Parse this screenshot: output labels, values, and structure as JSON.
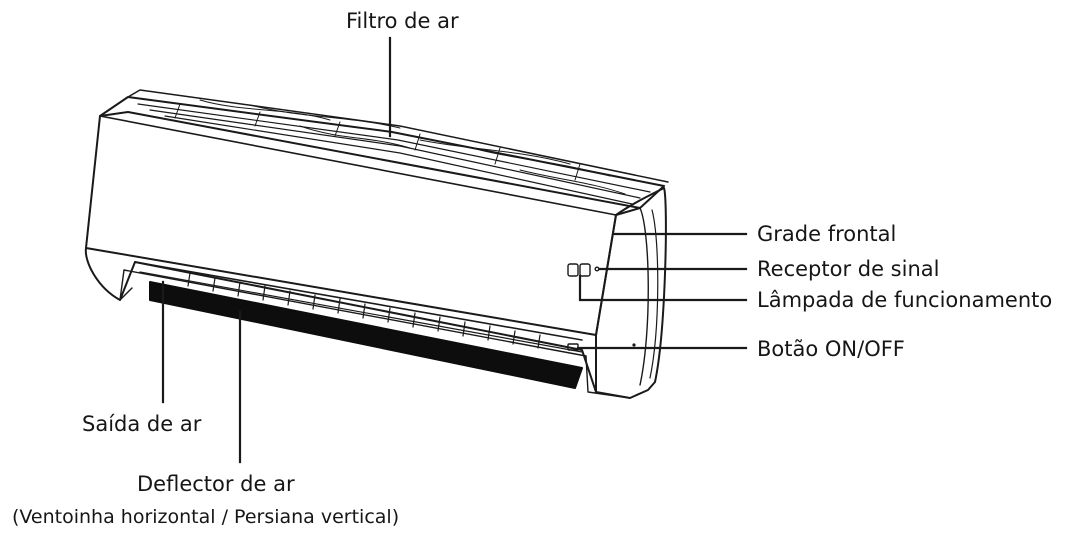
{
  "labels": {
    "air_filter": "Filtro de ar",
    "front_grille": "Grade frontal",
    "signal_receiver": "Receptor de sinal",
    "operation_lamp": "Lâmpada de funcionamento",
    "on_off_button": "Botão ON/OFF",
    "air_outlet": "Saída de ar",
    "air_deflector": "Deflector de ar",
    "air_deflector_detail": "(Ventoinha horizontal / Persiana vertical)"
  },
  "colors": {
    "line": "#1a1a1a",
    "louver": "#0d0d0d",
    "background": "#ffffff"
  }
}
